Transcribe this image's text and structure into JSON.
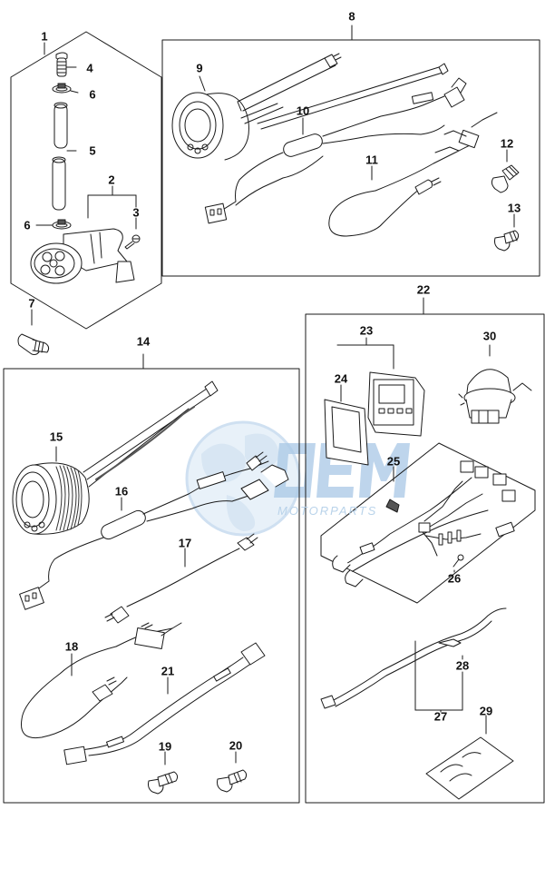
{
  "watermark": {
    "brand": "OEM",
    "sub": "MOTORPARTS",
    "color": "#a9c8e6"
  },
  "callouts": {
    "c1": "1",
    "c2": "2",
    "c3": "3",
    "c4": "4",
    "c5": "5",
    "c6a": "6",
    "c6b": "6",
    "c7": "7",
    "c8": "8",
    "c9": "9",
    "c10": "10",
    "c11": "11",
    "c12": "12",
    "c13": "13",
    "c14": "14",
    "c15": "15",
    "c16": "16",
    "c17": "17",
    "c18": "18",
    "c19": "19",
    "c20": "20",
    "c21": "21",
    "c22": "22",
    "c23": "23",
    "c24": "24",
    "c25": "25",
    "c26": "26",
    "c27": "27",
    "c28": "28",
    "c29": "29",
    "c30": "30"
  },
  "colors": {
    "line": "#1a1a1a",
    "part_fill": "#f2f2f2",
    "dark_fill": "#555555"
  }
}
